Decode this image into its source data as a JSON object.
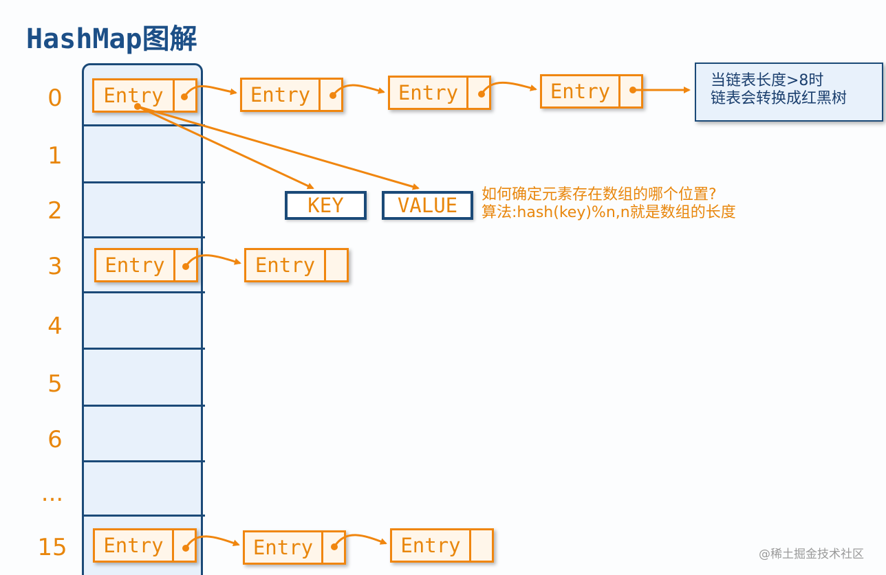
{
  "title": "HashMap图解",
  "indices": [
    "0",
    "1",
    "2",
    "3",
    "4",
    "5",
    "6",
    "...",
    "15"
  ],
  "entry_label": "Entry",
  "key_label": "KEY",
  "value_label": "VALUE",
  "note": {
    "line1": "如何确定元素存在数组的哪个位置?",
    "line2": "算法:hash(key)%n,n就是数组的长度"
  },
  "callout": {
    "line1": "当链表长度>8时",
    "line2": "链表会转换成红黑树"
  },
  "watermark": "@稀土掘金技术社区",
  "colors": {
    "accent": "#e8860c",
    "array_border": "#1b4a78",
    "array_fill": "#e8f1fb"
  }
}
